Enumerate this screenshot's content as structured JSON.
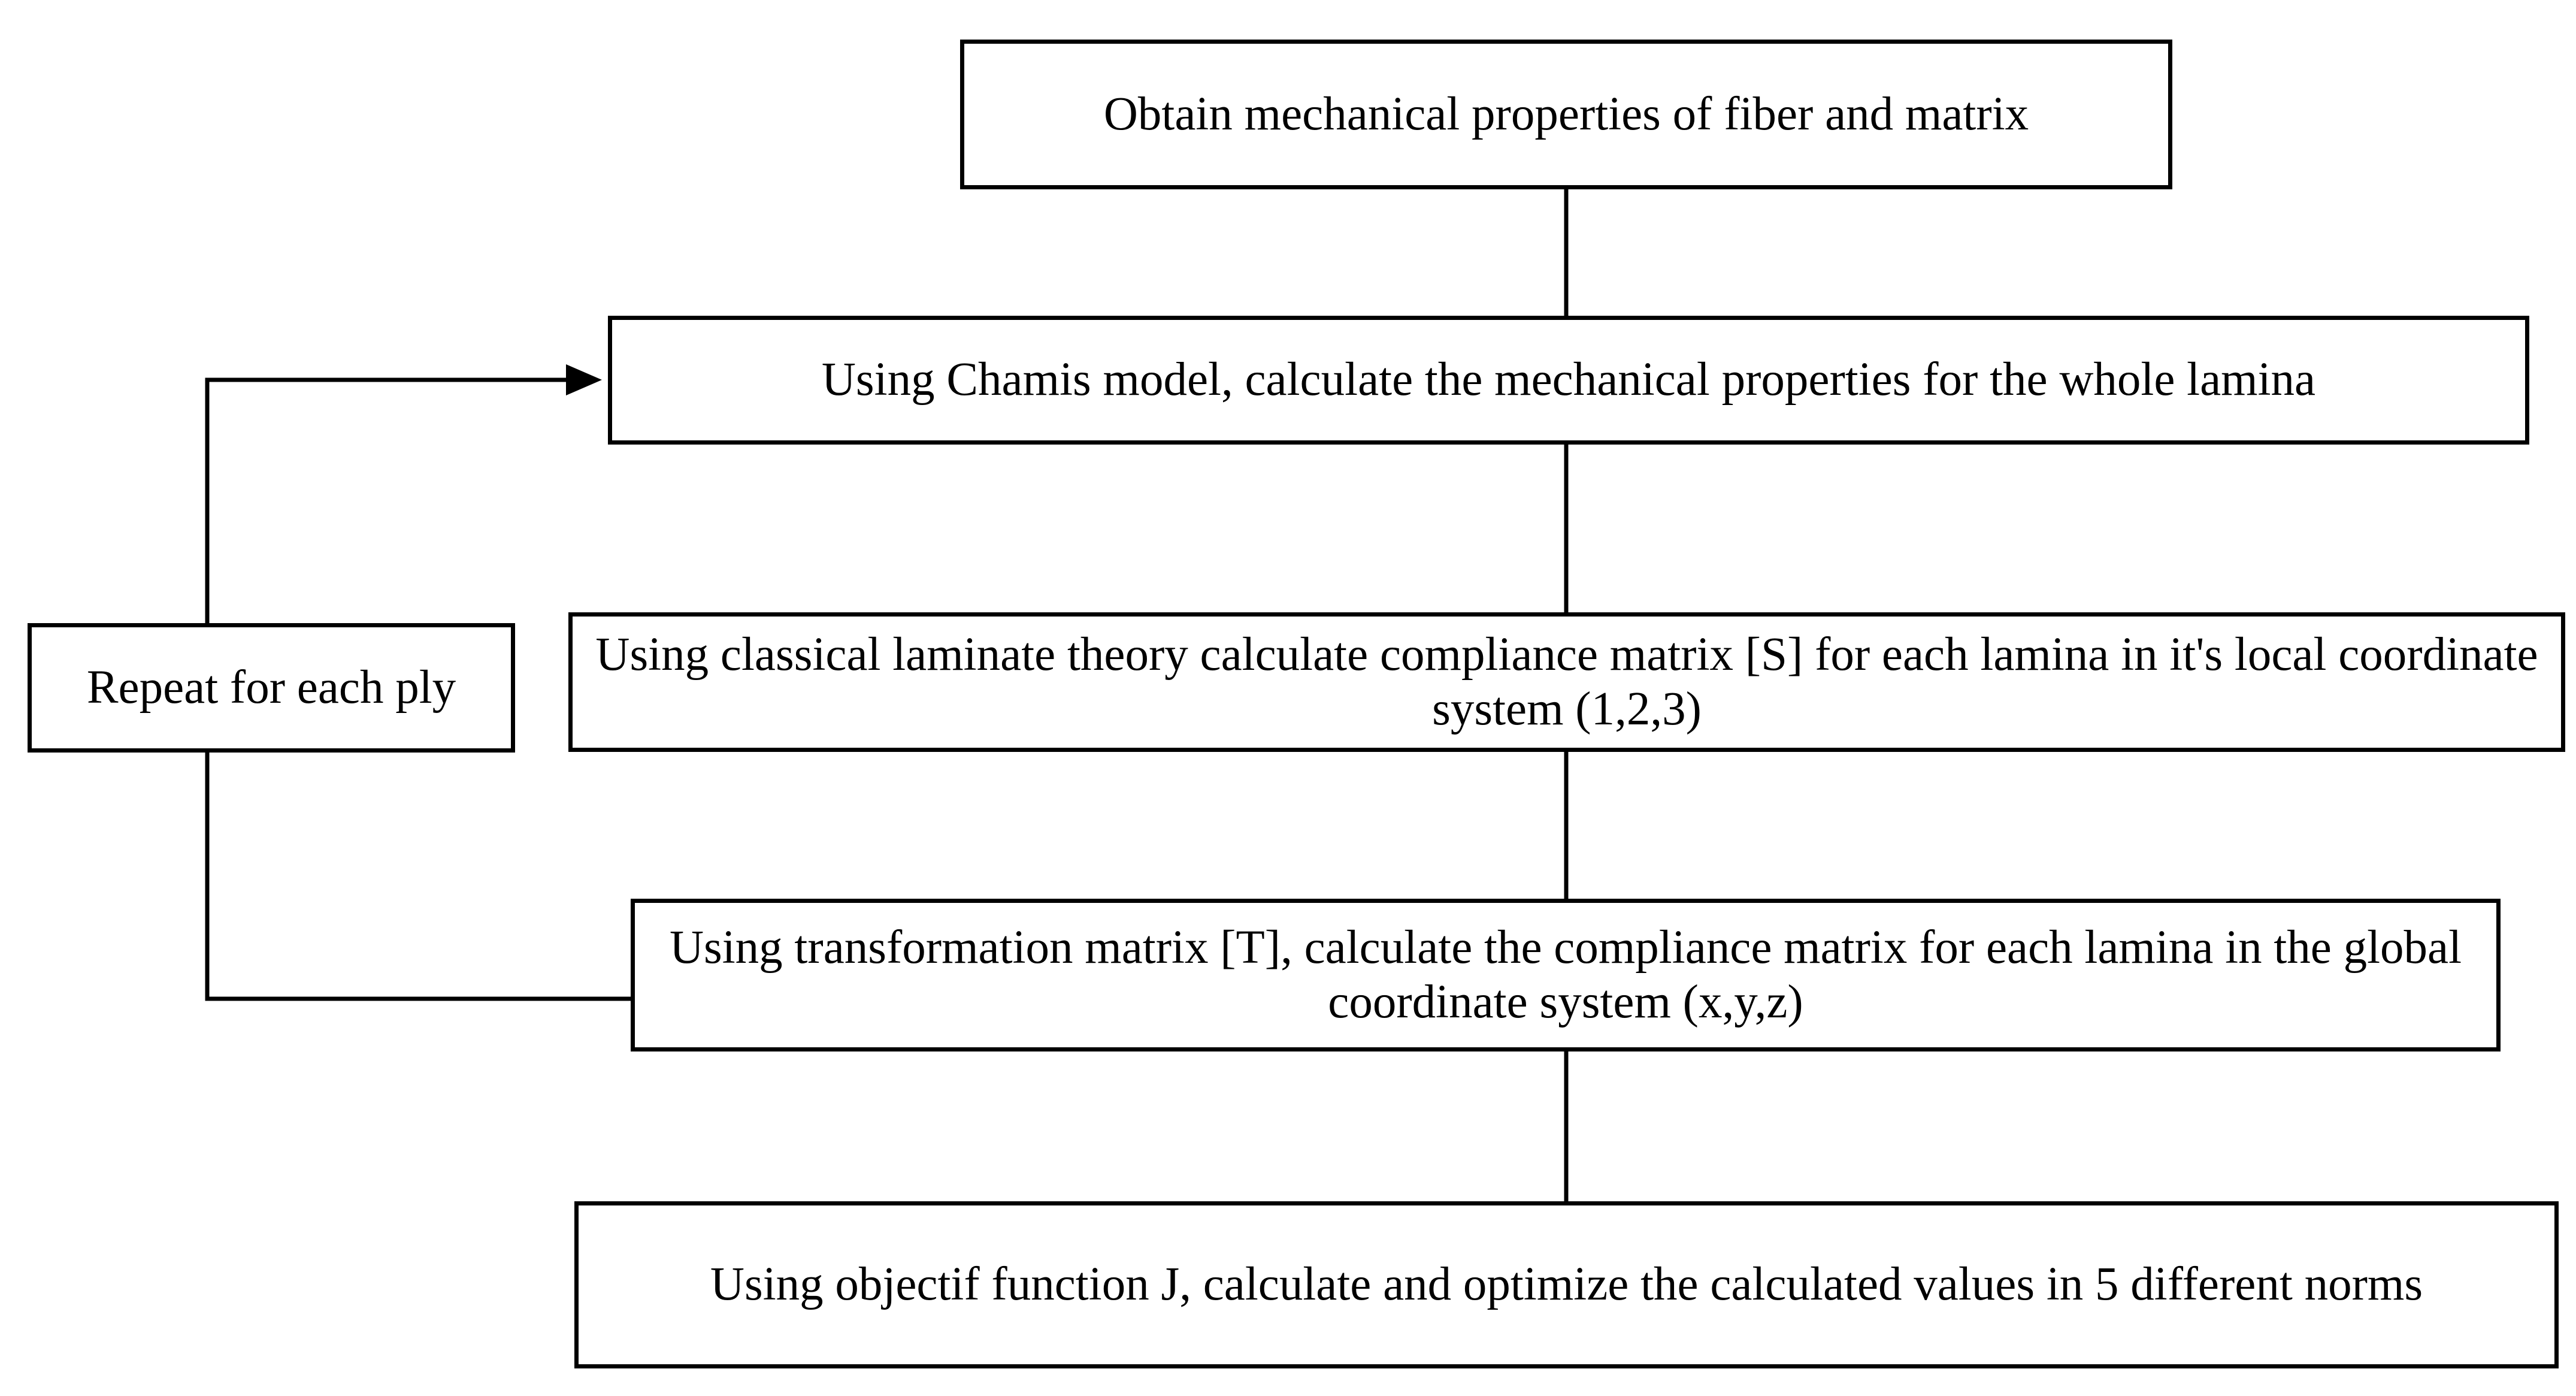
{
  "diagram": {
    "steps": [
      "Obtain mechanical properties  of fiber and matrix",
      "Using Chamis model, calculate the mechanical properties for the whole lamina",
      "Using classical laminate theory calculate compliance matrix [S] for each lamina in it's local coordinate system (1,2,3)",
      "Using transformation matrix [T], calculate the compliance matrix for each lamina in the global coordinate system (x,y,z)",
      "Using objectif function J, calculate and optimize the calculated values in 5 different norms"
    ],
    "loop_label": "Repeat for each ply",
    "colors": {
      "stroke": "#000000",
      "background": "#ffffff",
      "text": "#000000"
    }
  }
}
